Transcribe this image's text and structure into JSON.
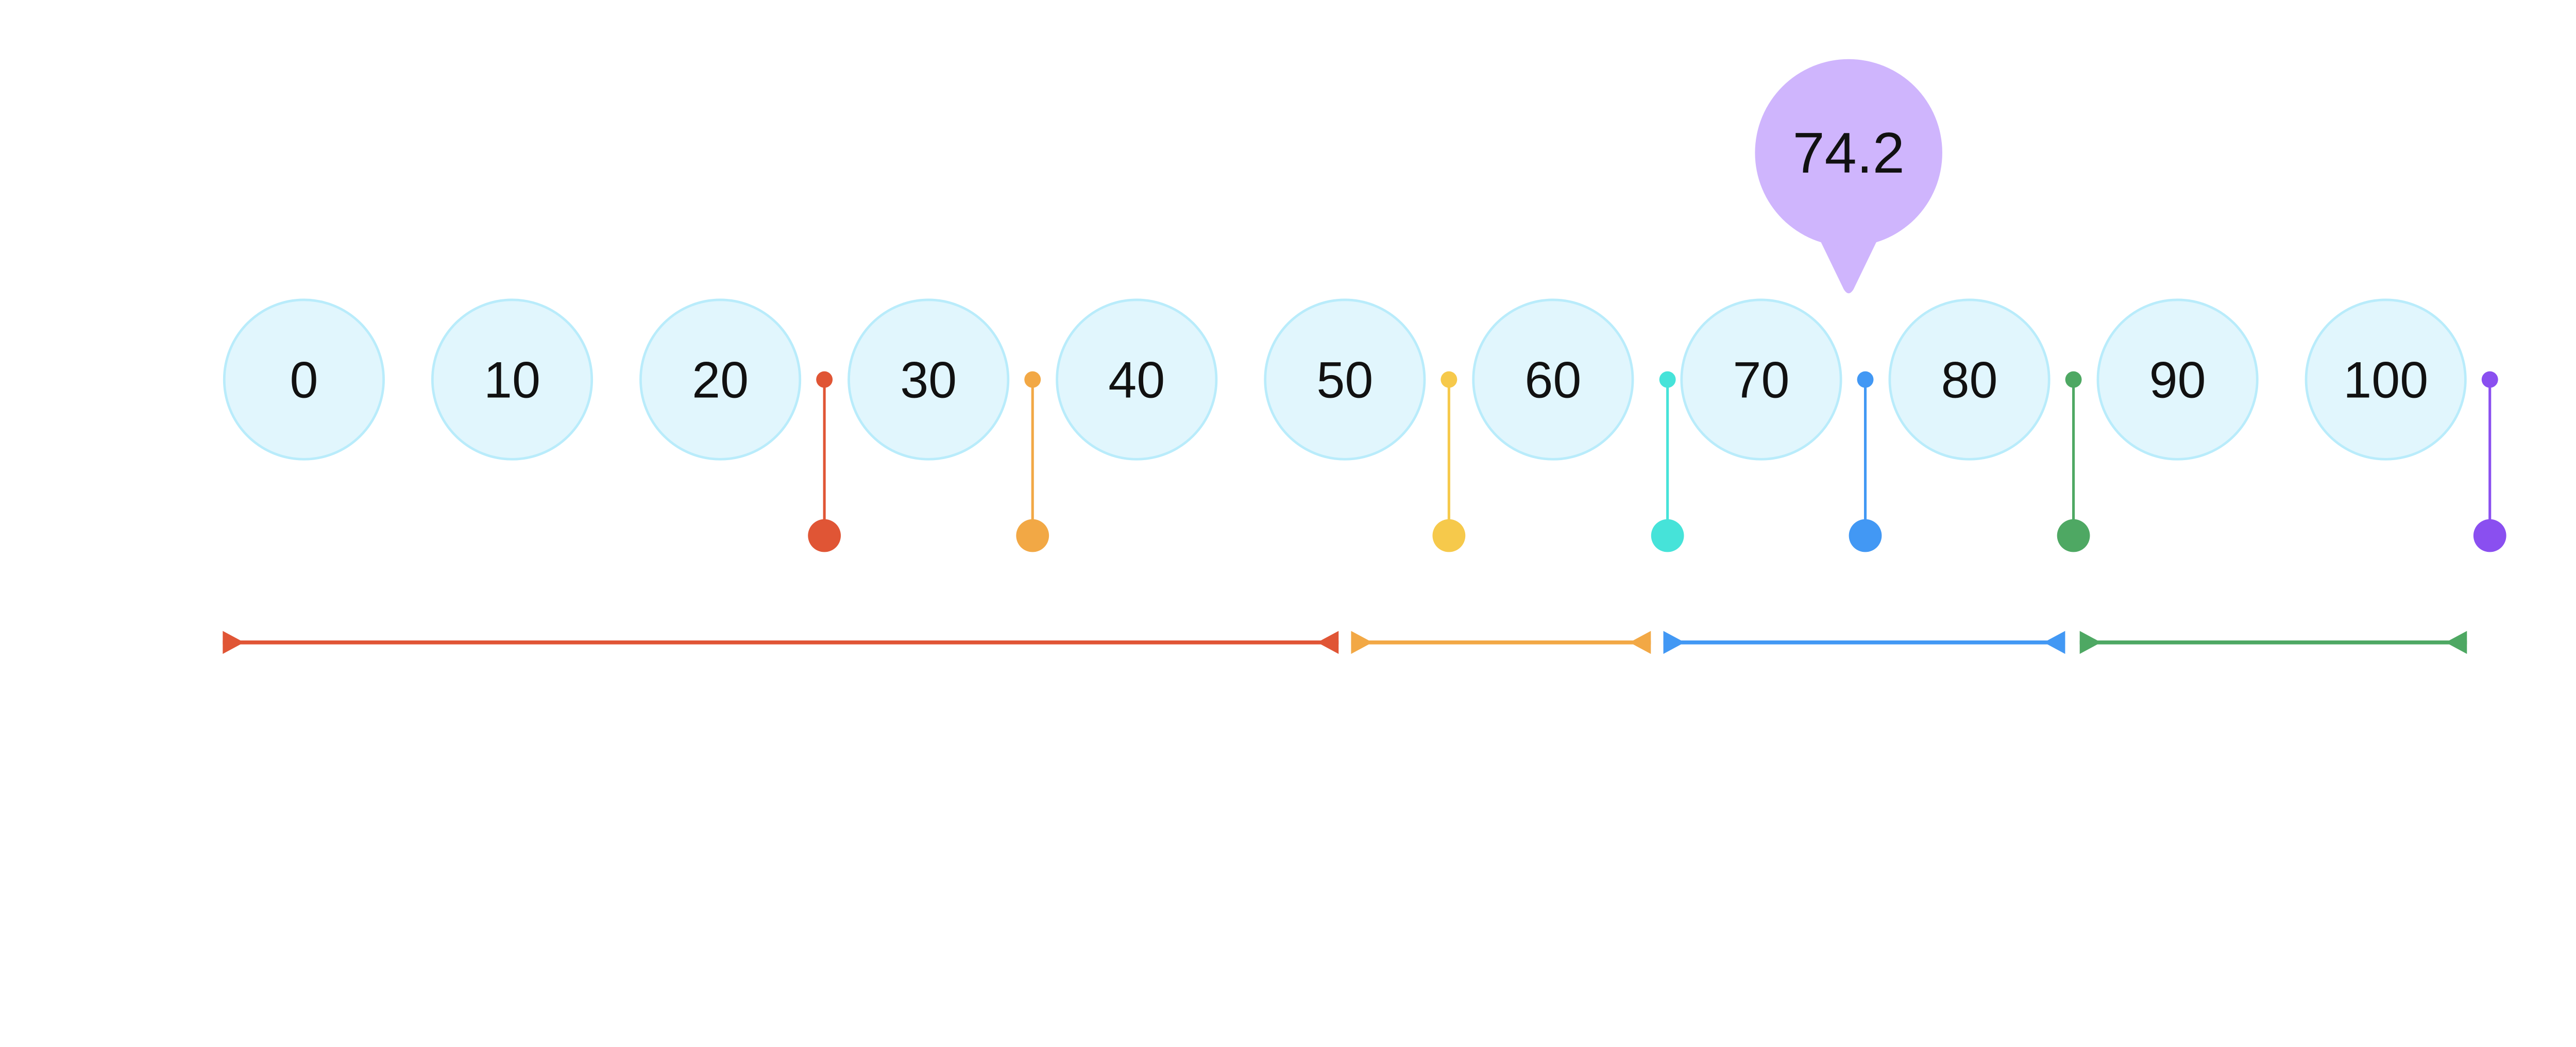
{
  "scale": {
    "ticks": [
      0,
      10,
      20,
      30,
      40,
      50,
      60,
      70,
      80,
      90,
      100
    ],
    "tick_labels": [
      "0",
      "10",
      "20",
      "30",
      "40",
      "50",
      "60",
      "70",
      "80",
      "90",
      "100"
    ],
    "circle_fill": "#e1f6fd",
    "circle_stroke": "#b9ecfb"
  },
  "pointer": {
    "value": 74.2,
    "label": "74.2",
    "color": "#cfb5fd"
  },
  "markers": [
    {
      "value": 25,
      "color": "#e05535"
    },
    {
      "value": 35,
      "color": "#f2a845"
    },
    {
      "value": 55,
      "color": "#f6c94b"
    },
    {
      "value": 65.5,
      "color": "#46e3d9"
    },
    {
      "value": 75,
      "color": "#4298f4"
    },
    {
      "value": 85,
      "color": "#4ea863"
    },
    {
      "value": 105,
      "color": "#8a4ff0"
    }
  ],
  "ranges": [
    {
      "from": -3.9,
      "to": 49.7,
      "color": "#e05535"
    },
    {
      "from": 50.3,
      "to": 64.7,
      "color": "#f2a845"
    },
    {
      "from": 65.3,
      "to": 84.6,
      "color": "#4298f4"
    },
    {
      "from": 85.3,
      "to": 103.9,
      "color": "#4ea863"
    }
  ]
}
